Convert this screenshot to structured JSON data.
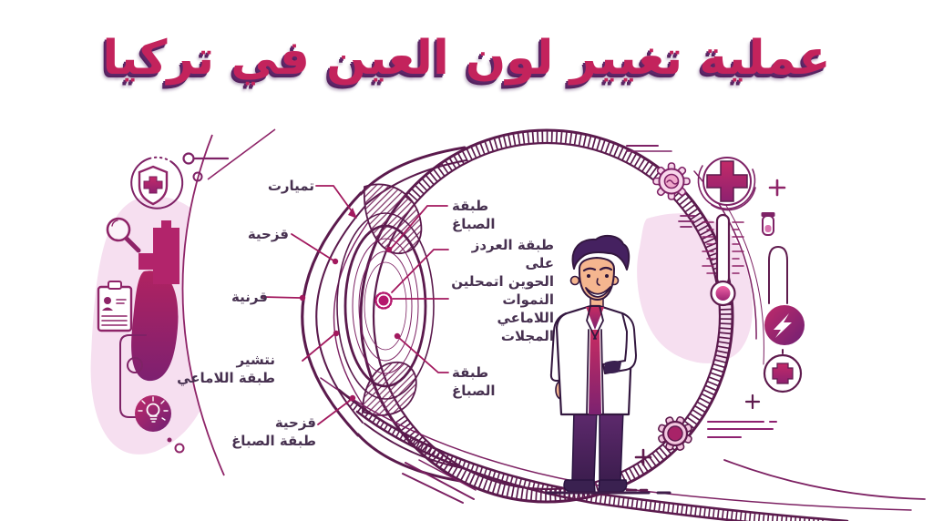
{
  "title": "عملية تغيير لون العين في تركيا",
  "diagram": {
    "subject": "eye-cross-section",
    "labels": {
      "tamyarat": "تميارت",
      "iris": "قزحية",
      "cornea": "قرنية",
      "spread": {
        "line1": "نتشير",
        "line2": "طبقة اللاماعي"
      },
      "iris_pigment": {
        "line1": "قزحية",
        "line2": "طبقة الصباغ"
      },
      "pigment_upper": "طبقة الصباغ",
      "description": {
        "line1": "طبقة العردز على",
        "line2": "الحوين اتمحلين",
        "line3": "النموات اللاماعي",
        "line4": "المجلات"
      },
      "pigment_lower": "طبقة الصباغ"
    }
  },
  "figure": {
    "doctor": "smiling male doctor in white lab coat"
  },
  "icons": {
    "left": [
      "shield-cross-icon",
      "dot-line-marker",
      "small-circle",
      "magnifier-icon",
      "hospital-cross-shape",
      "clipboard-icon",
      "rounded-bracket",
      "circle-outline",
      "lightbulb-badge-icon",
      "small-dots"
    ],
    "right": [
      "dash-lines",
      "gear-icon",
      "medical-cross-badge-icon",
      "plus-icon",
      "vial-icon",
      "menu-lines",
      "thermometer-icon",
      "loop-outline",
      "lightning-badge-icon",
      "plus-circle-icon",
      "small-plus-icon",
      "gear-icon-bottom",
      "speed-lines",
      "plus-icon-bottom",
      "dash-marks"
    ]
  },
  "colors": {
    "accent": "#c3235c",
    "outline": "#5b1a4d",
    "pointer": "#a2195e",
    "dark_purple": "#33173f",
    "light_pink_blob": "#f6dff0",
    "magenta": "#b2246b"
  }
}
